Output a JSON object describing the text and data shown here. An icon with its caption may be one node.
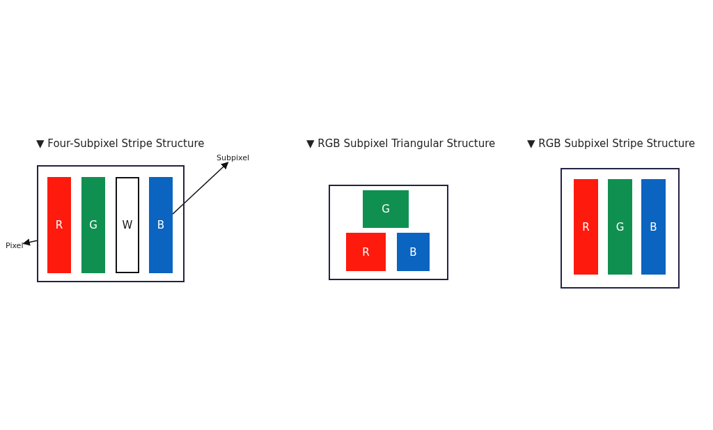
{
  "diagram": {
    "nodes": [
      {
        "text": [
          "▼ Four-Subpixel Stripe Structure"
        ]
      },
      {
        "text": [
          "R"
        ],
        "in": 0
      },
      {
        "text": [
          "G"
        ],
        "in": 0
      },
      {
        "text": [
          "W"
        ],
        "in": 0
      },
      {
        "text": [
          "B"
        ],
        "in": 0
      },
      {
        "text": [
          "Pixel"
        ]
      },
      {
        "text": [
          "Subpixel"
        ]
      },
      {
        "text": [
          "▼ RGB Subpixel Triangular Structure"
        ]
      },
      {
        "text": [
          "G"
        ],
        "in": 7
      },
      {
        "text": [
          "R"
        ],
        "in": 7
      },
      {
        "text": [
          "B"
        ],
        "in": 7
      },
      {
        "text": [
          "▼ RGB Subpixel Stripe Structure"
        ]
      },
      {
        "text": [
          "R"
        ],
        "in": 11
      },
      {
        "text": [
          "G"
        ],
        "in": 11
      },
      {
        "text": [
          "B"
        ],
        "in": 11
      }
    ],
    "edges": [
      {
        "from": 0,
        "to": 5,
        "arrow": "to"
      },
      {
        "from": 4,
        "to": 6,
        "arrow": "to"
      }
    ]
  }
}
